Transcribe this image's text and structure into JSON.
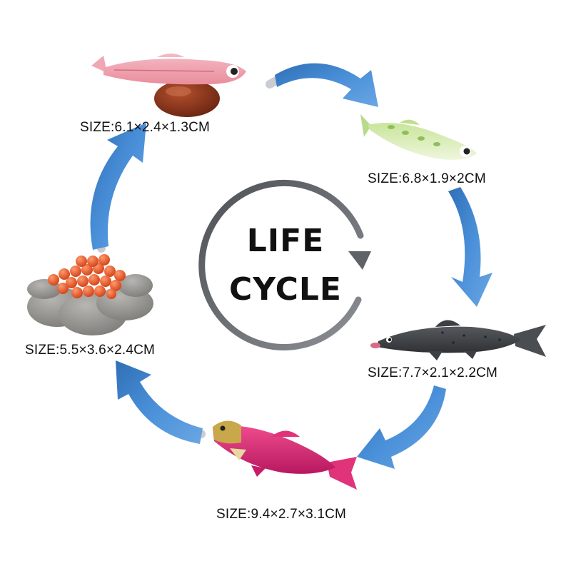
{
  "center": {
    "line1": "LIFE",
    "line2": "CYCLE"
  },
  "stages": [
    {
      "label": "SIZE:6.1×2.4×1.3CM",
      "icon": "alevin-fish-on-yolk-icon"
    },
    {
      "label": "SIZE:6.8×1.9×2CM",
      "icon": "fry-fish-icon"
    },
    {
      "label": "SIZE:7.7×2.1×2.2CM",
      "icon": "adult-ocean-salmon-icon"
    },
    {
      "label": "SIZE:9.4×2.7×3.1CM",
      "icon": "spawning-red-salmon-icon"
    },
    {
      "label": "SIZE:5.5×3.6×2.4CM",
      "icon": "salmon-eggs-on-rocks-icon"
    }
  ],
  "colors": {
    "arrow": "#4a90d9",
    "arrow_dark": "#2f6fb6",
    "arrow_shadow": "#c9ccd1",
    "ring": "#6b6e73",
    "text": "#111111"
  }
}
